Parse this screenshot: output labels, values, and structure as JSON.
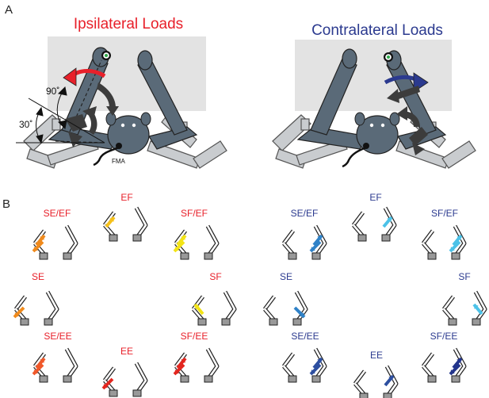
{
  "panel_a": {
    "letter": "A",
    "ipsi_title": "Ipsilateral Loads",
    "contra_title": "Contralateral Loads",
    "angle_90": "90˚",
    "angle_30": "30˚",
    "fma": "FMA"
  },
  "panel_b": {
    "letter": "B",
    "ipsi_labels": [
      "SE/EF",
      "EF",
      "SF/EF",
      "SE",
      "SF",
      "SE/EE",
      "EE",
      "SF/EE"
    ],
    "contra_labels": [
      "SE/EF",
      "EF",
      "SF/EF",
      "SE",
      "SF",
      "SE/EE",
      "EE",
      "SF/EE"
    ]
  },
  "colors": {
    "ipsi_red": "#e8202a",
    "contra_blue": "#2b3a8f",
    "arm_gray": "#5a6a78",
    "robot_gray": "#c9cccf",
    "bg_gray": "#e3e3e3",
    "dark_arrow": "#3c3c3c",
    "orange": "#f08a1c",
    "gold": "#f6c11b",
    "yellow": "#f3e416",
    "orange_red": "#f0582a",
    "red": "#e3261f",
    "light_blue": "#4cc2e8",
    "mid_blue": "#2f82c8",
    "dark_blue": "#2d4fa0",
    "navy_blue": "#23358c"
  }
}
